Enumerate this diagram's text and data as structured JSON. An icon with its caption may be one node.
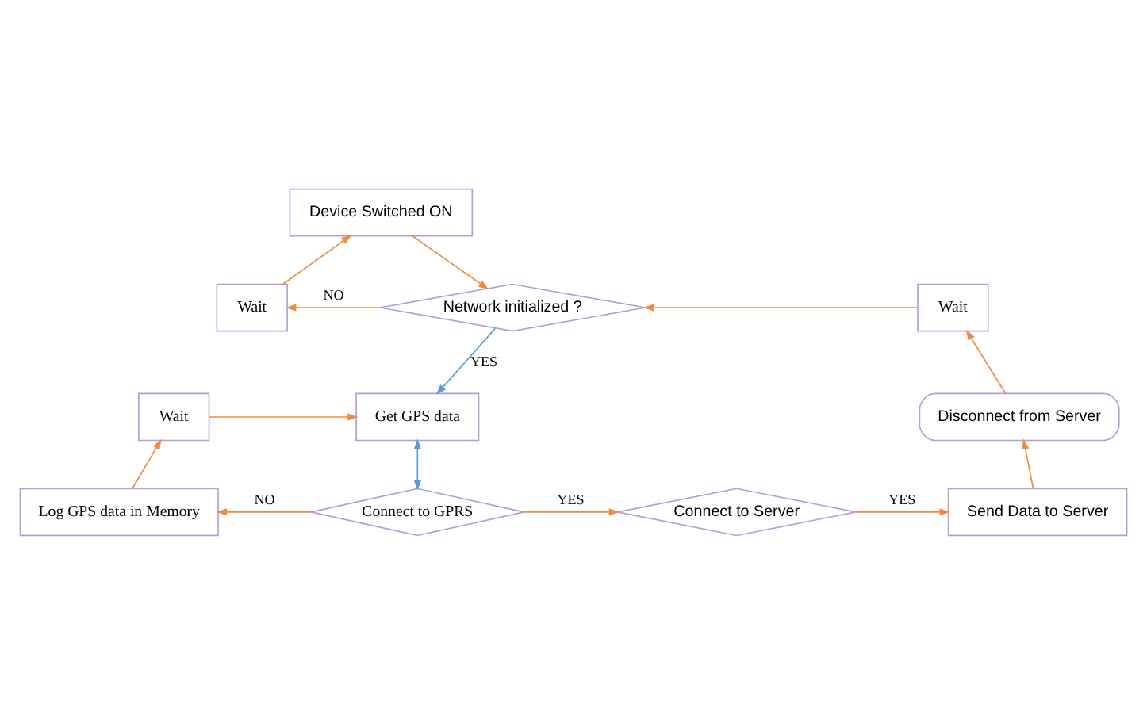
{
  "diagram": {
    "nodes": [
      {
        "text": [
          "Device Switched ON"
        ]
      },
      {
        "text": [
          "Network initialized ?"
        ]
      },
      {
        "text": [
          "Wait"
        ]
      },
      {
        "text": [
          "Wait"
        ]
      },
      {
        "text": [
          "Wait"
        ]
      },
      {
        "text": [
          "Get GPS data"
        ]
      },
      {
        "text": [
          "Disconnect from Server"
        ]
      },
      {
        "text": [
          "Log GPS data in Memory"
        ]
      },
      {
        "text": [
          "Connect to GPRS"
        ]
      },
      {
        "text": [
          "Connect to Server"
        ]
      },
      {
        "text": [
          "Send Data to Server"
        ]
      }
    ],
    "edges": [
      {
        "from": 0,
        "to": 1,
        "arrow": "to"
      },
      {
        "from": 1,
        "to": 2,
        "arrow": "to",
        "label": "NO"
      },
      {
        "from": 2,
        "to": 0,
        "arrow": "to"
      },
      {
        "from": 3,
        "to": 1,
        "arrow": "to"
      },
      {
        "from": 1,
        "to": 5,
        "arrow": "to",
        "label": "YES",
        "color": "#5b9bd5"
      },
      {
        "from": 4,
        "to": 5,
        "arrow": "to"
      },
      {
        "from": 5,
        "to": 8,
        "arrow": "both",
        "color": "#5b9bd5"
      },
      {
        "from": 8,
        "to": 7,
        "arrow": "to",
        "label": "NO"
      },
      {
        "from": 7,
        "to": 4,
        "arrow": "to"
      },
      {
        "from": 8,
        "to": 9,
        "arrow": "to",
        "label": "YES"
      },
      {
        "from": 9,
        "to": 10,
        "arrow": "to",
        "label": "YES"
      },
      {
        "from": 10,
        "to": 6,
        "arrow": "to"
      },
      {
        "from": 6,
        "to": 3,
        "arrow": "to"
      }
    ]
  }
}
